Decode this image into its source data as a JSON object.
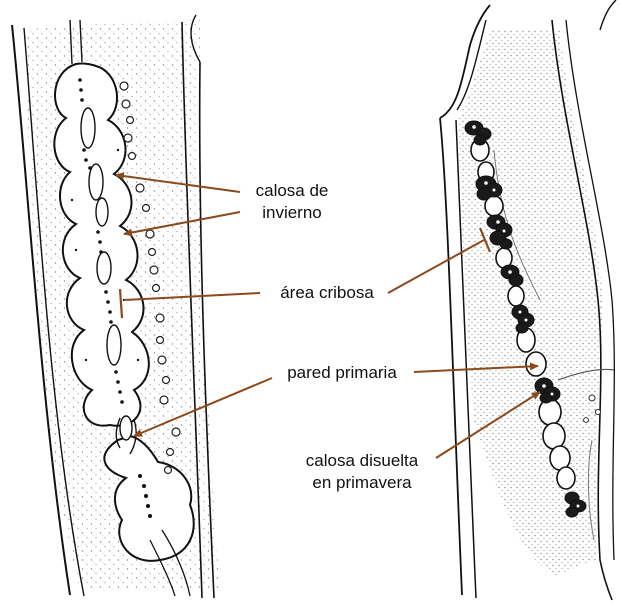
{
  "labels": {
    "winter_callose_line1": "calosa de",
    "winter_callose_line2": "invierno",
    "sieve_area": "área cribosa",
    "primary_wall": "pared primaria",
    "dissolved_callose_line1": "calosa disuelta",
    "dissolved_callose_line2": "en primavera"
  },
  "colors": {
    "arrow": "#8b4a1c",
    "ink": "#111111",
    "stipple": "#9a9a9a",
    "callose_fill": "#1a1a1a"
  }
}
